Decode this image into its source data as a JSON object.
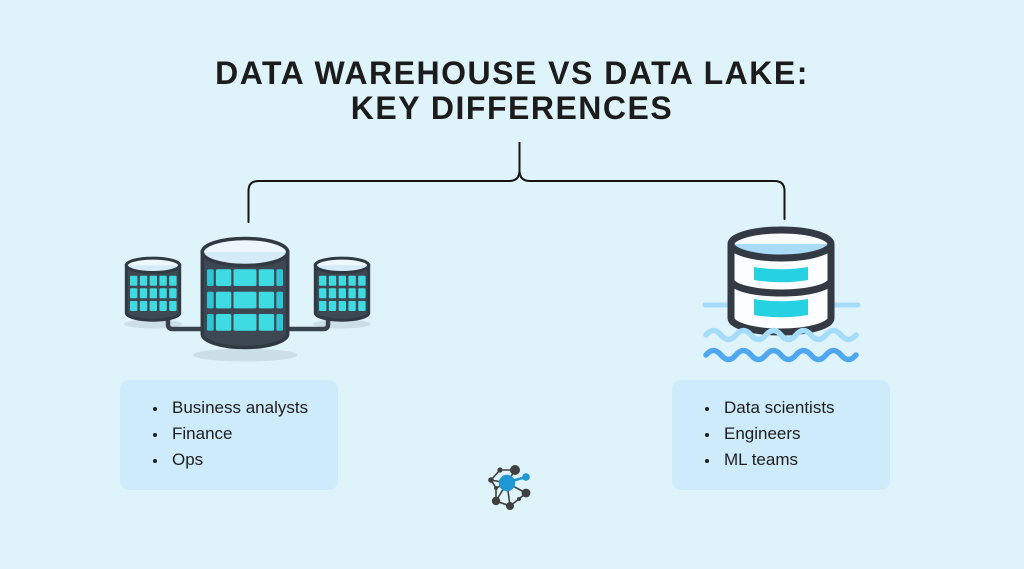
{
  "title": {
    "line1": "DATA WAREHOUSE VS DATA LAKE:",
    "line2": "KEY DIFFERENCES"
  },
  "cards": {
    "warehouse": {
      "items": [
        "Business analysts",
        "Finance",
        "Ops"
      ]
    },
    "lake": {
      "items": [
        "Data scientists",
        "Engineers",
        "ML teams"
      ]
    }
  },
  "icons": {
    "warehouse": "database-cluster-icon",
    "lake": "database-water-icon",
    "logo": "network-sphere-logo"
  },
  "colors": {
    "background": "#dff3fa",
    "card": "#cdebfa",
    "accent_cyan": "#3fdbe2",
    "outline_dark": "#333a43",
    "wave_light": "#a5dcf9",
    "wave_blue": "#4fa8ef",
    "logo_blue": "#1e97d4",
    "text": "#1c1c1c"
  }
}
